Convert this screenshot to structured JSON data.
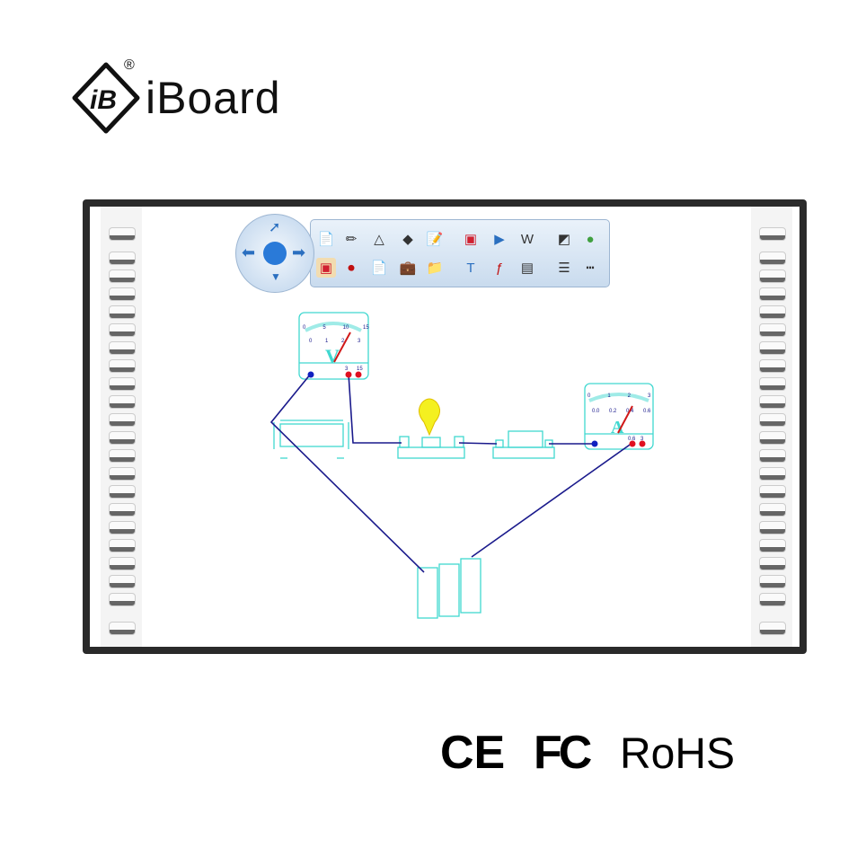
{
  "brand": {
    "name": "iBoard",
    "mark": "iB",
    "registered": "®"
  },
  "certifications": [
    {
      "label": "CE"
    },
    {
      "label": "FC"
    },
    {
      "label": "RoHS"
    }
  ],
  "toolbar": {
    "icons": [
      "new-page-icon",
      "pencil-icon",
      "shape-icon",
      "eraser-icon",
      "edit-page-icon",
      "insert-image-icon",
      "media-play-icon",
      "word-doc-icon",
      "color-fill-icon",
      "color-palette-icon",
      "screen-capture-icon",
      "record-icon",
      "document-icon",
      "toolbox-icon",
      "folder-icon",
      "text-icon",
      "flash-icon",
      "insert-table-icon",
      "line-width-icon",
      "line-style-icon"
    ],
    "wheel_icons": [
      "select-move-icon",
      "previous-arrow-icon",
      "next-arrow-icon",
      "desktop-icon",
      "hide-toolbar-icon"
    ],
    "text_glyph": "T"
  },
  "circuit": {
    "voltmeter": {
      "symbol": "V",
      "outer_scale": [
        "0",
        "5",
        "10",
        "15"
      ],
      "inner_scale": [
        "0",
        "1",
        "2",
        "3"
      ],
      "terminals": [
        "3",
        "15"
      ]
    },
    "ammeter": {
      "symbol": "A",
      "outer_scale": [
        "0",
        "1",
        "2",
        "3"
      ],
      "inner_scale": [
        "0.0",
        "0.2",
        "0.4",
        "0.6"
      ],
      "terminals": [
        "0.6",
        "3"
      ]
    },
    "colors": {
      "apparatus": "#40d8d0",
      "wire": "#1a1a8c",
      "terminal_negative": "#1020c0",
      "terminal_positive": "#e01020",
      "needle": "#d01818",
      "bulb": "#f4f020"
    }
  },
  "side_buttons_count": 22
}
